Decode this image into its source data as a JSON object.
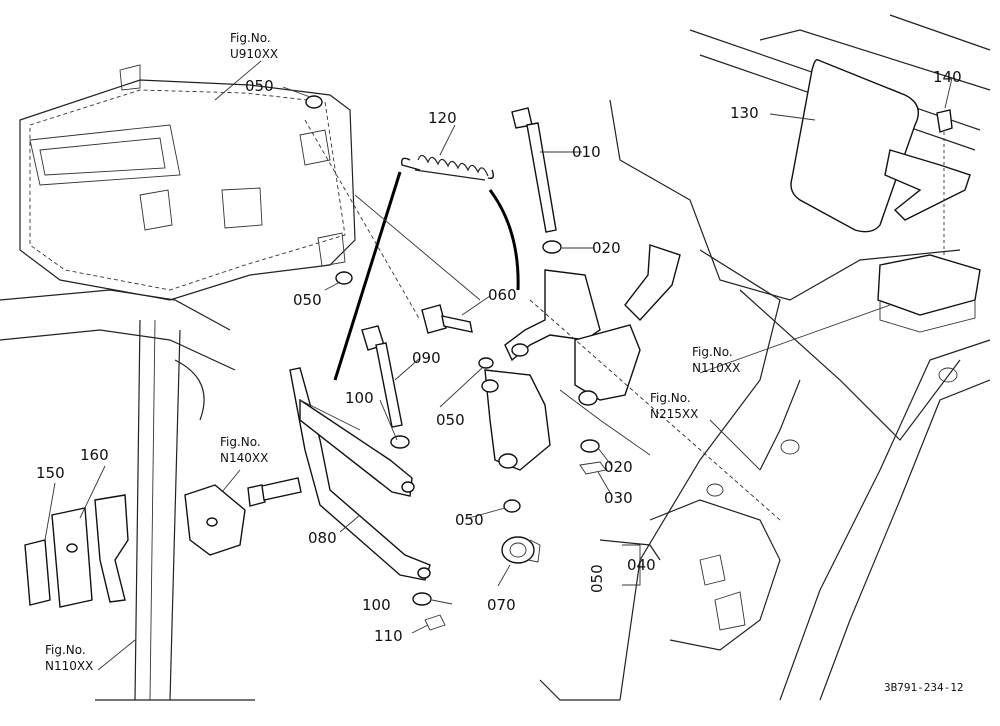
{
  "labels": {
    "p050a": "050",
    "p050b": "050",
    "p050c": "050",
    "p050d": "050",
    "p050e": "050",
    "p120": "120",
    "p010": "010",
    "p020a": "020",
    "p020b": "020",
    "p060": "060",
    "p090": "090",
    "p100a": "100",
    "p100b": "100",
    "p080": "080",
    "p070": "070",
    "p110": "110",
    "p030": "030",
    "p040": "040",
    "p130": "130",
    "p140": "140",
    "p150": "150",
    "p160": "160"
  },
  "figrefs": {
    "u910": {
      "line1": "Fig.No.",
      "line2": "U910XX"
    },
    "n140": {
      "line1": "Fig.No.",
      "line2": "N140XX"
    },
    "n110a": {
      "line1": "Fig.No.",
      "line2": "N110XX"
    },
    "n110b": {
      "line1": "Fig.No.",
      "line2": "N110XX"
    },
    "n215": {
      "line1": "Fig.No.",
      "line2": "N215XX"
    }
  },
  "drawing_code": "3B791-234-12"
}
